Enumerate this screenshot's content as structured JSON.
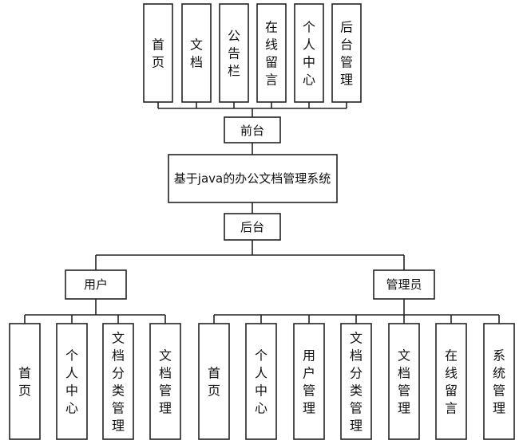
{
  "front_modules": [
    "首页",
    "文档",
    "公告栏",
    "在线留言",
    "个人中心",
    "后台管理"
  ],
  "front_label": "前台",
  "system_title": "基于java的办公文档管理系统",
  "back_label": "后台",
  "roles": [
    {
      "label": "用户",
      "modules": [
        "首页",
        "个人中心",
        "文档分类管理",
        "文档管理"
      ]
    },
    {
      "label": "管理员",
      "modules": [
        "首页",
        "个人中心",
        "用户管理",
        "文档分类管理",
        "文档管理",
        "在线留言",
        "系统管理"
      ]
    }
  ]
}
